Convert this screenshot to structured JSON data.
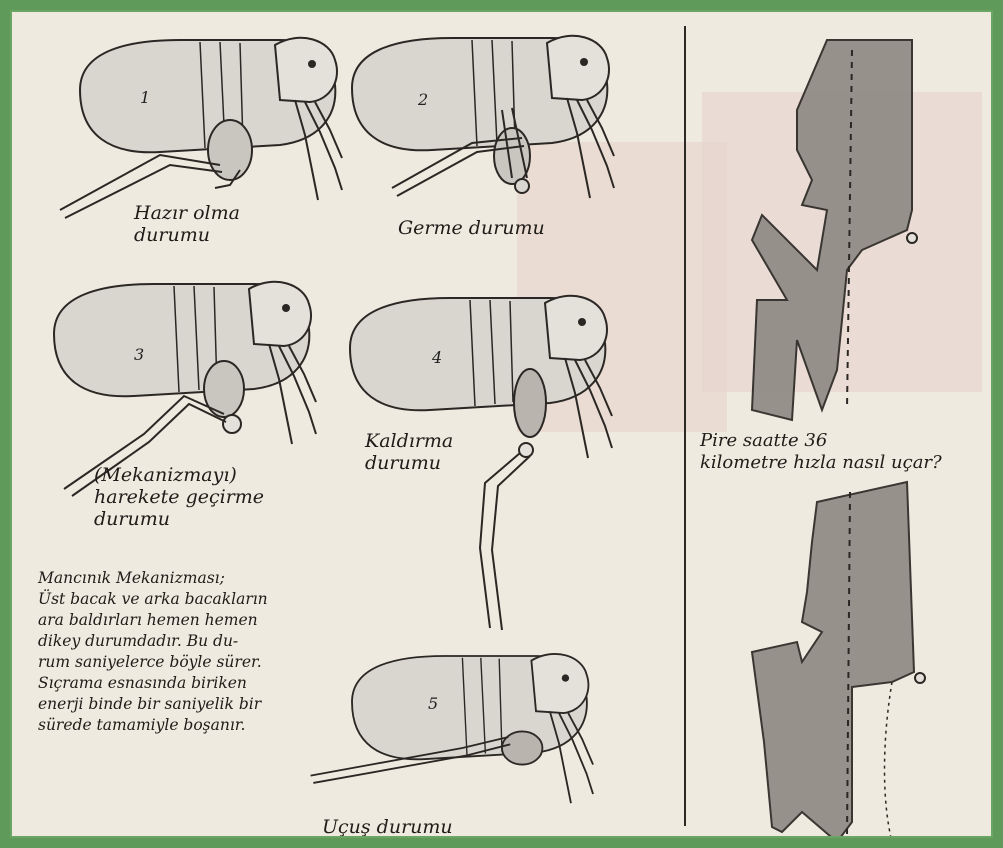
{
  "stages": {
    "s1": {
      "number": "1",
      "label": "Hazır olma\ndurumu"
    },
    "s2": {
      "number": "2",
      "label": "Germe durumu"
    },
    "s3": {
      "number": "3",
      "label": "(Mekanizmayı)\nharekete geçirme\ndurumu"
    },
    "s4": {
      "number": "4",
      "label": "Kaldırma\ndurumu"
    },
    "s5": {
      "number": "5",
      "label": "Uçuş durumu"
    }
  },
  "caption": {
    "lines": [
      "Mancınık Mekanizması;",
      "Üst bacak ve arka bacakların",
      "ara baldırları hemen hemen",
      "dikey durumdadır. Bu du-",
      "rum saniyelerce böyle sürer.",
      "Sıçrama esnasında biriken",
      "enerji binde bir saniyelik bir",
      "sürede tamamiyle boşanır."
    ]
  },
  "side_caption": {
    "line1": "Pire saatte 36",
    "line2": "kilometre hızla nasıl uçar?"
  },
  "colors": {
    "border": "#6aa563",
    "paper": "#efeadf",
    "ink": "#1f1c19",
    "flea_body": "#d9d6cf",
    "mechanism_fill": "#8f8a84"
  }
}
